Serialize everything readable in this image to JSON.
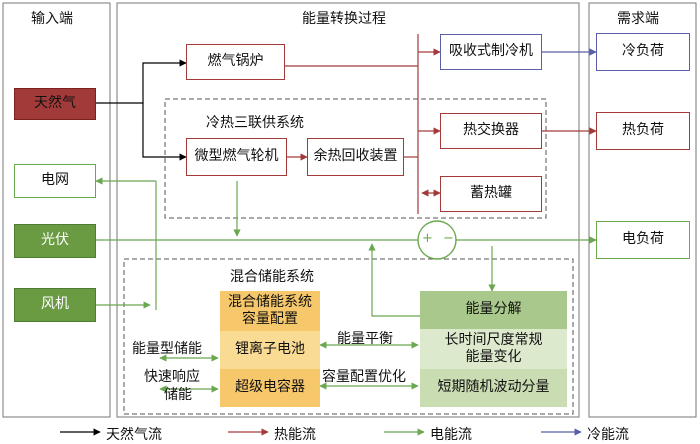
{
  "headers": {
    "input": "输入端",
    "process": "能量转换过程",
    "demand": "需求端"
  },
  "sources": {
    "gas": "天然气",
    "grid": "电网",
    "pv": "光伏",
    "wind": "风机"
  },
  "chp": {
    "title": "冷热三联供系统",
    "boiler": "燃气锅炉",
    "turbine": "微型燃气轮机",
    "recovery": "余热回收装置"
  },
  "devices": {
    "chiller": "吸收式制冷机",
    "hex": "热交换器",
    "tank": "蓄热罐"
  },
  "loads": {
    "cold": "冷负荷",
    "heat": "热负荷",
    "elec": "电负荷"
  },
  "bus_signs": {
    "plus": "+",
    "minus": "−"
  },
  "storage": {
    "title": "混合储能系统",
    "config_line1": "混合储能系统",
    "config_line2": "容量配置",
    "energy_type": "能量型储能",
    "fast_line1": "快速响应",
    "fast_line2": "储能",
    "battery": "锂离子电池",
    "supercap": "超级电容器",
    "balance": "能量平衡",
    "optimize": "容量配置优化",
    "decomp": "能量分解",
    "long_line1": "长时间尺度常规",
    "long_line2": "能量变化",
    "short": "短期随机波动分量"
  },
  "legend": {
    "gas": "天然气流",
    "heat": "热能流",
    "elec": "电能流",
    "cold": "冷能流"
  },
  "colors": {
    "gas_flow": "#000000",
    "heat_flow": "#a33a3a",
    "elec_flow": "#6aa84f",
    "cold_flow": "#5b5fa8"
  }
}
